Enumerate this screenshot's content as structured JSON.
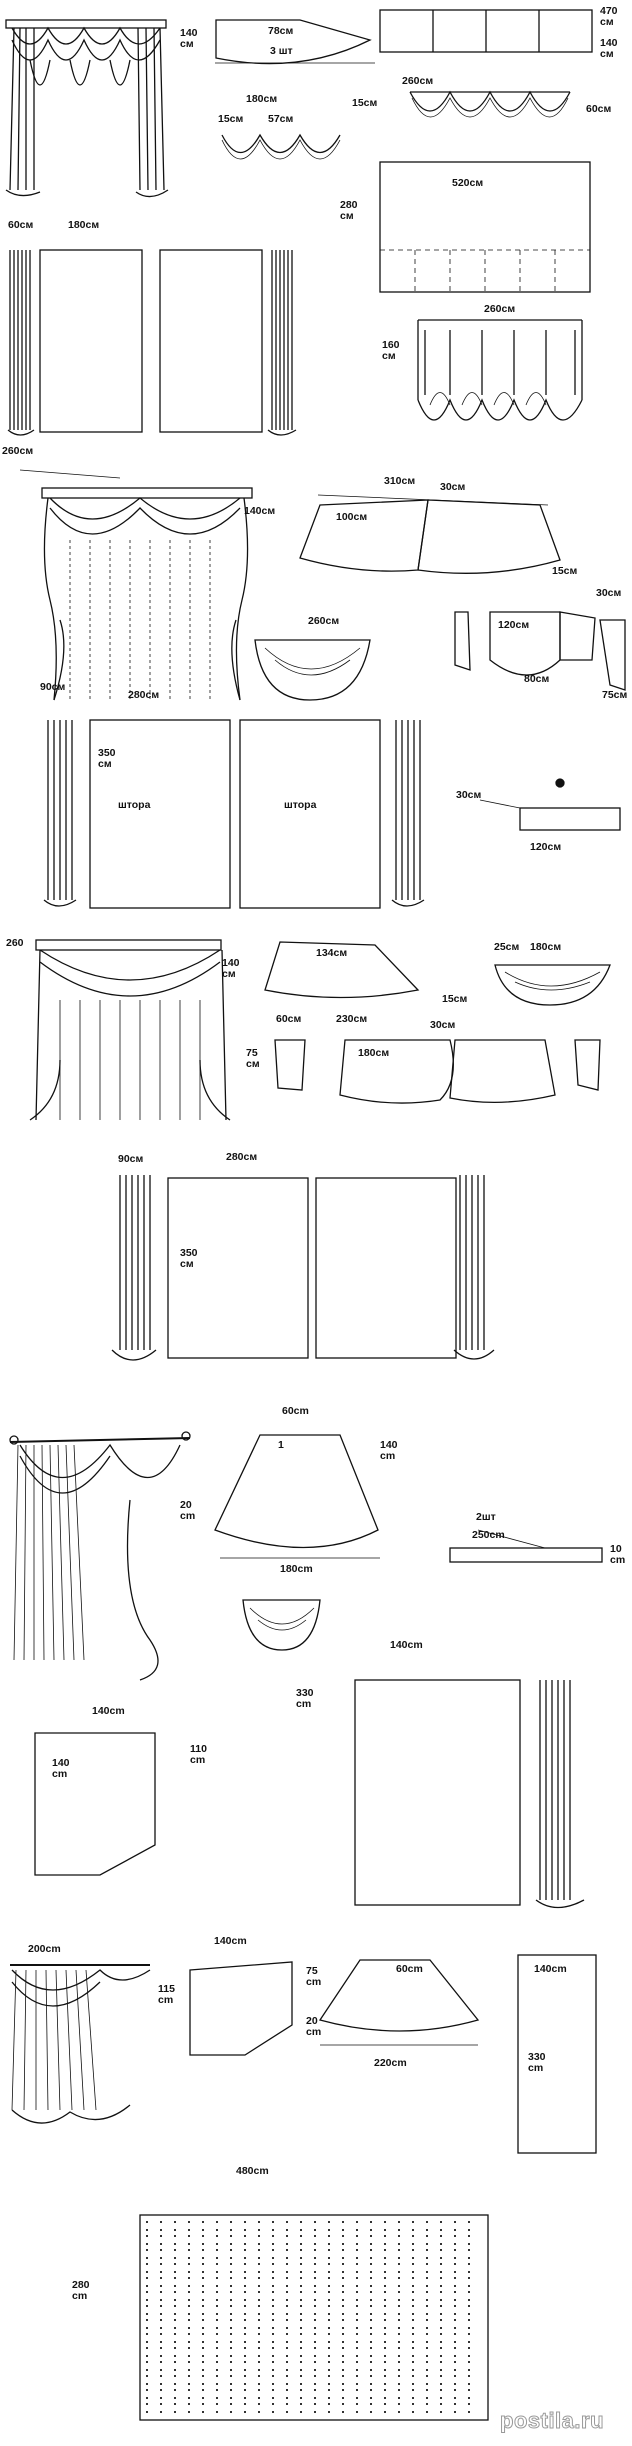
{
  "watermark": "postila.ru",
  "sections": [
    {
      "id": "s1",
      "labels": [
        "140\nсм",
        "60см",
        "180см",
        "78см",
        "3 шт",
        "180см",
        "15см",
        "15см",
        "57см",
        "470\nсм",
        "140\nсм",
        "260см",
        "60см",
        "280\nсм",
        "520см",
        "160\nсм",
        "260см"
      ]
    },
    {
      "id": "s2",
      "labels": [
        "260см",
        "140см",
        "90см",
        "280см",
        "310см",
        "30см",
        "100см",
        "15см",
        "260см",
        "30см",
        "120см",
        "80см",
        "75см"
      ]
    },
    {
      "id": "s3",
      "labels": [
        "350\nсм",
        "штора",
        "штора",
        "30см",
        "120см"
      ]
    },
    {
      "id": "s4",
      "labels": [
        "260",
        "140\nсм",
        "134см",
        "25см",
        "180см",
        "15см",
        "60см",
        "230см",
        "30см",
        "75\nсм",
        "180см"
      ]
    },
    {
      "id": "s5",
      "labels": [
        "90см",
        "280см",
        "350\nсм"
      ]
    },
    {
      "id": "s6",
      "labels": [
        "60cm",
        "1",
        "140\ncm",
        "20\ncm",
        "180cm",
        "2шт",
        "250cm",
        "10\ncm",
        "140cm"
      ]
    },
    {
      "id": "s7",
      "labels": [
        "140cm",
        "110\ncm",
        "140\ncm",
        "330\ncm"
      ]
    },
    {
      "id": "s8",
      "labels": [
        "200cm",
        "140cm",
        "115\ncm",
        "75\ncm",
        "20\ncm",
        "60cm",
        "220cm",
        "140cm",
        "330\ncm",
        "480cm",
        "280\ncm"
      ]
    }
  ]
}
